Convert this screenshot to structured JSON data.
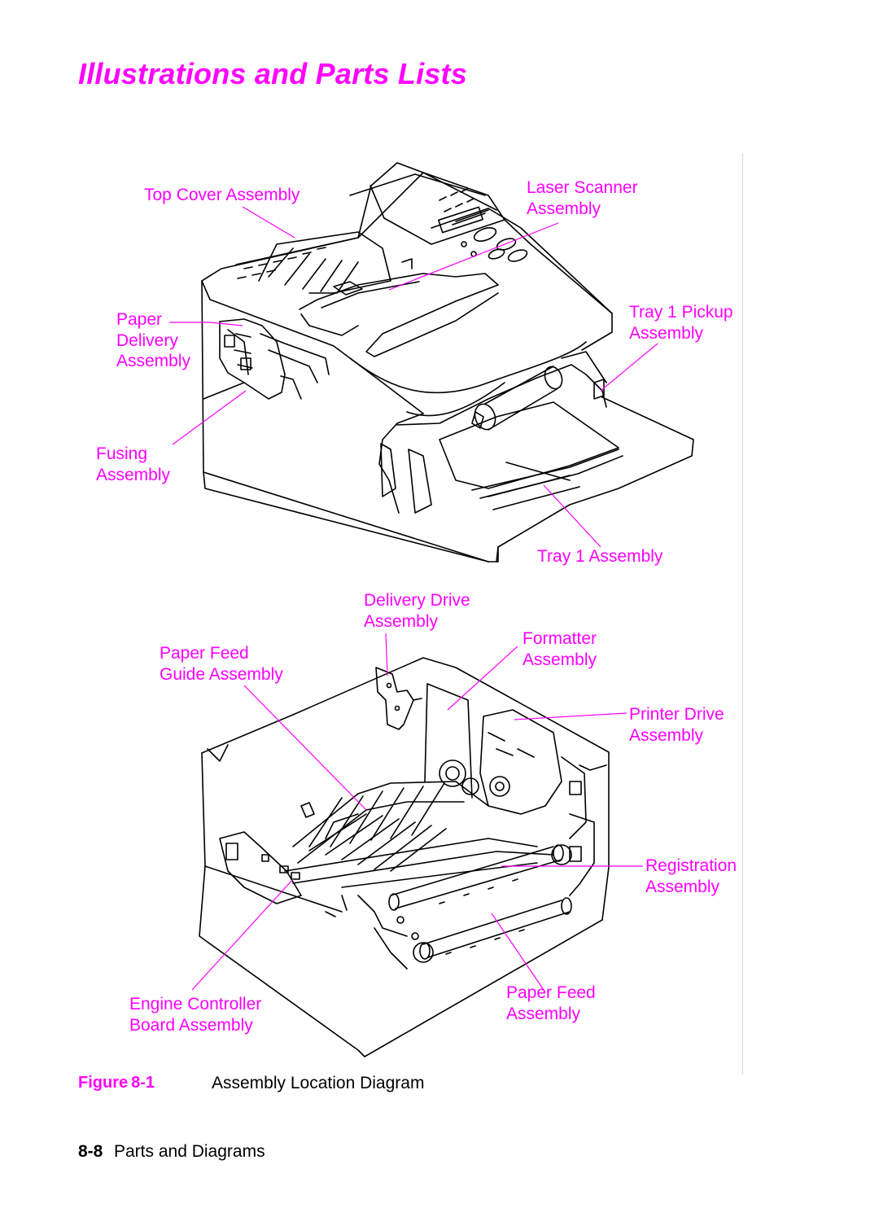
{
  "page": {
    "title": "Illustrations and Parts Lists"
  },
  "figure": {
    "label_prefix": "Figure",
    "number": "8-1",
    "caption": "Assembly Location Diagram"
  },
  "callouts": {
    "top_cover": "Top Cover Assembly",
    "laser_scanner": [
      "Laser Scanner",
      "Assembly"
    ],
    "paper_delivery": [
      "Paper",
      "Delivery",
      "Assembly"
    ],
    "tray1_pickup": [
      "Tray 1 Pickup",
      "Assembly"
    ],
    "fusing": [
      "Fusing",
      "Assembly"
    ],
    "tray1": "Tray 1 Assembly",
    "delivery_drive": [
      "Delivery Drive",
      "Assembly"
    ],
    "paper_feed_guide": [
      "Paper Feed",
      "Guide Assembly"
    ],
    "formatter": [
      "Formatter",
      "Assembly"
    ],
    "printer_drive": [
      "Printer Drive",
      "Assembly"
    ],
    "registration": [
      "Registration",
      "Assembly"
    ],
    "engine_controller": [
      "Engine Controller",
      "Board Assembly"
    ],
    "paper_feed": [
      "Paper Feed",
      "Assembly"
    ]
  },
  "footer": {
    "page_number": "8-8",
    "section": "Parts and Diagrams"
  },
  "colors": {
    "accent": "#ff00ff",
    "line_art": "#000000"
  }
}
